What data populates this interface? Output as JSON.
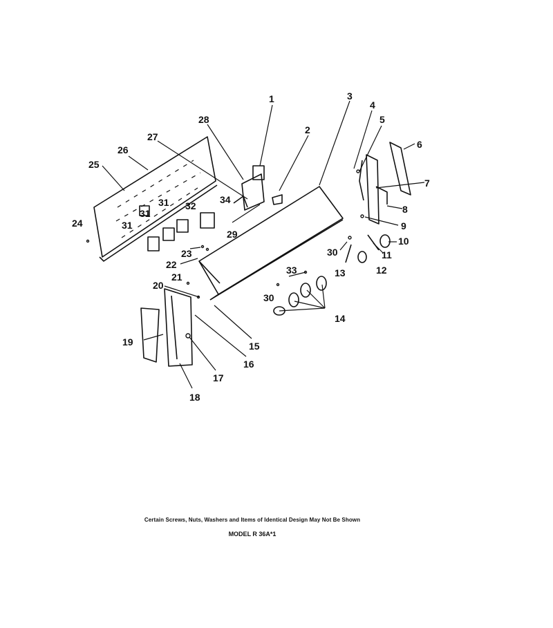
{
  "diagram": {
    "callouts": [
      {
        "id": "c1",
        "label": "1"
      },
      {
        "id": "c2",
        "label": "2"
      },
      {
        "id": "c3",
        "label": "3"
      },
      {
        "id": "c4",
        "label": "4"
      },
      {
        "id": "c5",
        "label": "5"
      },
      {
        "id": "c6",
        "label": "6"
      },
      {
        "id": "c7",
        "label": "7"
      },
      {
        "id": "c8",
        "label": "8"
      },
      {
        "id": "c9",
        "label": "9"
      },
      {
        "id": "c10",
        "label": "10"
      },
      {
        "id": "c11",
        "label": "11"
      },
      {
        "id": "c12",
        "label": "12"
      },
      {
        "id": "c13",
        "label": "13"
      },
      {
        "id": "c14",
        "label": "14"
      },
      {
        "id": "c15",
        "label": "15"
      },
      {
        "id": "c16",
        "label": "16"
      },
      {
        "id": "c17",
        "label": "17"
      },
      {
        "id": "c18",
        "label": "18"
      },
      {
        "id": "c19",
        "label": "19"
      },
      {
        "id": "c20",
        "label": "20"
      },
      {
        "id": "c21",
        "label": "21"
      },
      {
        "id": "c22",
        "label": "22"
      },
      {
        "id": "c23",
        "label": "23"
      },
      {
        "id": "c24",
        "label": "24"
      },
      {
        "id": "c25",
        "label": "25"
      },
      {
        "id": "c26",
        "label": "26"
      },
      {
        "id": "c27",
        "label": "27"
      },
      {
        "id": "c28",
        "label": "28"
      },
      {
        "id": "c29",
        "label": "29"
      },
      {
        "id": "c30a",
        "label": "30"
      },
      {
        "id": "c30b",
        "label": "30"
      },
      {
        "id": "c31a",
        "label": "31"
      },
      {
        "id": "c31b",
        "label": "31"
      },
      {
        "id": "c31c",
        "label": "31"
      },
      {
        "id": "c32",
        "label": "32"
      },
      {
        "id": "c33",
        "label": "33"
      },
      {
        "id": "c34",
        "label": "34"
      }
    ],
    "footnote": "Certain Screws, Nuts, Washers and Items of Identical Design May Not Be Shown",
    "model": "MODEL R 36A*1"
  }
}
